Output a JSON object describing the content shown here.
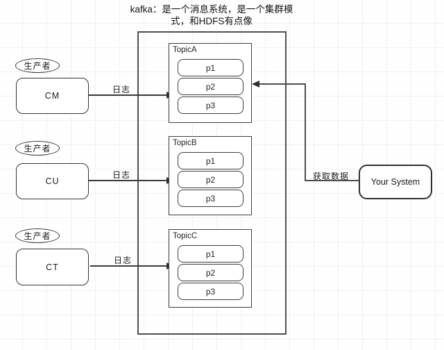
{
  "title": {
    "line1": "kafka：是一个消息系统，是一个集群模",
    "line2": "式，和HDFS有点像"
  },
  "producers": [
    {
      "role_label": "生产者",
      "name": "CM",
      "arrow_label": "日志"
    },
    {
      "role_label": "生产者",
      "name": "CU",
      "arrow_label": "日志"
    },
    {
      "role_label": "生产者",
      "name": "CT",
      "arrow_label": "日志"
    }
  ],
  "topics": [
    {
      "label": "TopicA",
      "partitions": [
        "p1",
        "p2",
        "p3"
      ]
    },
    {
      "label": "TopicB",
      "partitions": [
        "p1",
        "p2",
        "p3"
      ]
    },
    {
      "label": "TopicC",
      "partitions": [
        "p1",
        "p2",
        "p3"
      ]
    }
  ],
  "consumer": {
    "name": "Your System",
    "arrow_label": "获取数据"
  },
  "colors": {
    "line": "#3a3a3a",
    "connector": "#4d4d4d",
    "box_border": "#333333",
    "background": "#fefefe",
    "grid": "#f4f0f1"
  }
}
